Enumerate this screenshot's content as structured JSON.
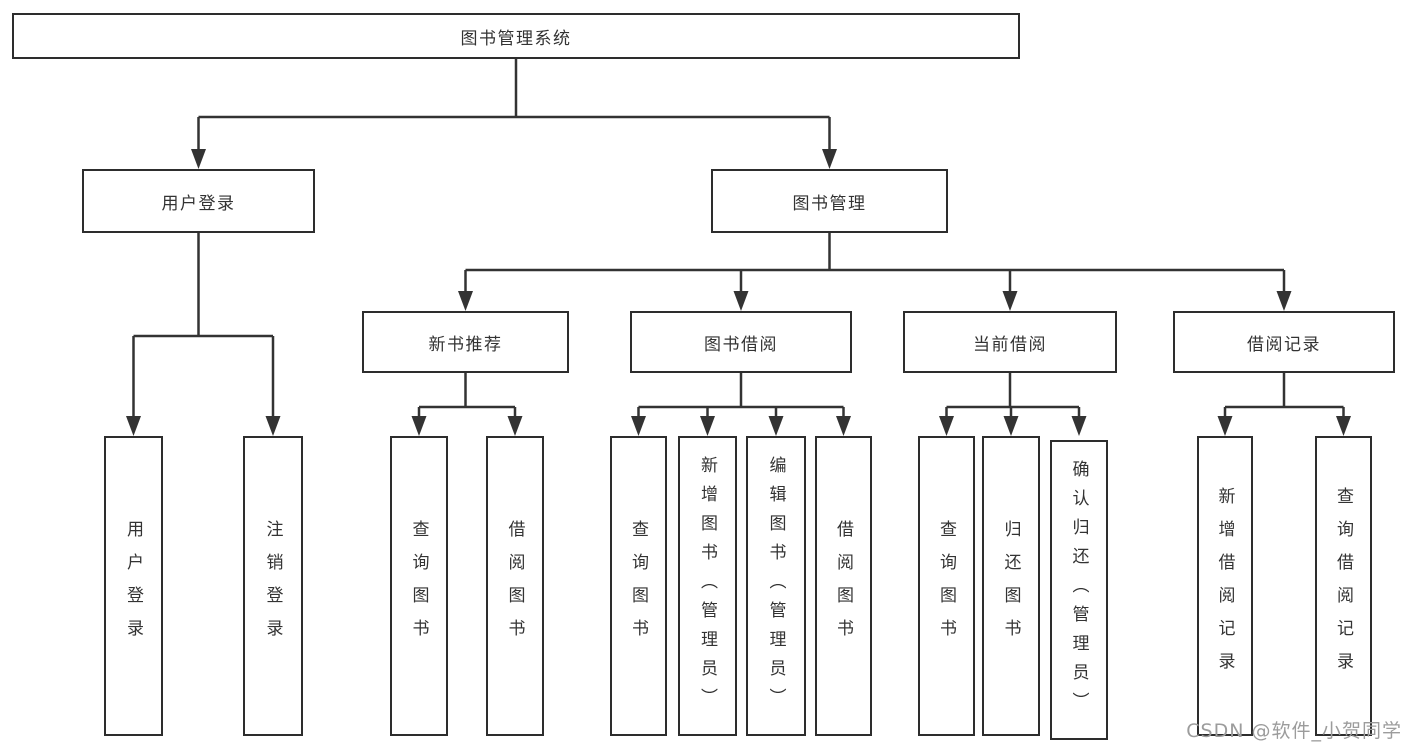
{
  "diagram": {
    "title_note": "functional structure chart",
    "root": "图书管理系统",
    "level2": {
      "user_login": "用户登录",
      "book_mgmt": "图书管理"
    },
    "level3": {
      "new_book_rec": "新书推荐",
      "book_borrow": "图书借阅",
      "current_borrow": "当前借阅",
      "borrow_record": "借阅记录"
    },
    "leaves": {
      "user_login_leaf": "用户登录",
      "logout_leaf": "注销登录",
      "rec_query_books": "查询图书",
      "rec_borrow_books": "借阅图书",
      "bb_query_books": "查询图书",
      "bb_add_books": "新增图书（管理员）",
      "bb_edit_books": "编辑图书（管理员）",
      "bb_borrow_books": "借阅图书",
      "cb_query_books": "查询图书",
      "cb_return_books": "归还图书",
      "cb_confirm_return": "确认归还（管理员）",
      "br_add_record": "新增借阅记录",
      "br_query_record": "查询借阅记录"
    }
  },
  "watermark": {
    "text": "CSDN @软件_小贺同学",
    "color": "#9c9c9c"
  },
  "colors": {
    "line": "#333333",
    "border": "#2d2d2d",
    "text": "#333333",
    "background": "#ffffff"
  }
}
